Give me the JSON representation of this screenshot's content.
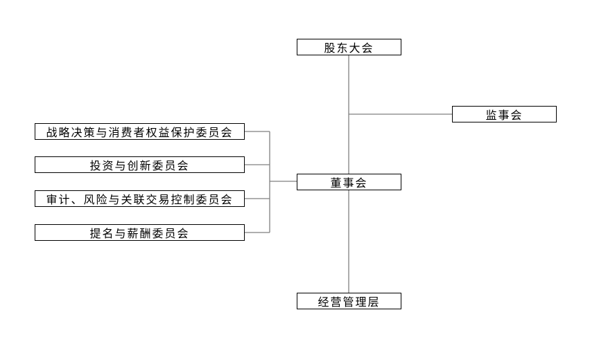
{
  "diagram": {
    "shareholders": "股东大会",
    "supervisors": "监事会",
    "board": "董事会",
    "management": "经营管理层",
    "committees": [
      "战略决策与消费者权益保护委员会",
      "投资与创新委员会",
      "审计、风险与关联交易控制委员会",
      "提名与薪酬委员会"
    ]
  },
  "colors": {
    "line": "#7f7f7f",
    "border": "#000000"
  }
}
